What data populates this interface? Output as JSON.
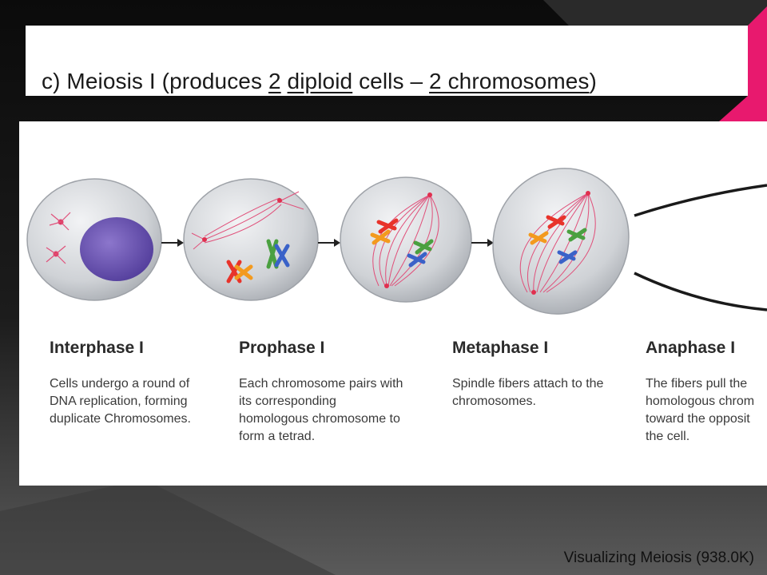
{
  "slide": {
    "title": {
      "prefix": "c)",
      "parts": [
        {
          "text": "Meiosis I (produces ",
          "underline": false
        },
        {
          "text": "2",
          "underline": true
        },
        {
          "text": " ",
          "underline": false
        },
        {
          "text": "diploid",
          "underline": true
        },
        {
          "text": " cells – ",
          "underline": false
        },
        {
          "text": "2 chromosomes",
          "underline": true
        },
        {
          "text": ")",
          "underline": false
        }
      ]
    },
    "caption": "Visualizing Meiosis (938.0K)",
    "accent_color": "#e8196e"
  },
  "phases": [
    {
      "name": "Interphase I",
      "desc": "Cells undergo a round of\nDNA replication, forming\nduplicate Chromosomes."
    },
    {
      "name": "Prophase I",
      "desc": "Each chromosome pairs with\nits corresponding\nhomologous chromosome to\nform a tetrad."
    },
    {
      "name": "Metaphase I",
      "desc": "Spindle fibers attach to the\nchromosomes."
    },
    {
      "name": "Anaphase I",
      "desc": "The fibers pull the\nhomologous chrom\ntoward the opposit\nthe cell."
    }
  ],
  "colors": {
    "cell_fill": "#d3d6da",
    "nucleus": "#6a4fb0",
    "spindle": "#e0507a",
    "chromosome_red": "#e8332a",
    "chromosome_orange": "#f39a1e",
    "chromosome_green": "#4aa040",
    "chromosome_blue": "#3a62c8"
  }
}
